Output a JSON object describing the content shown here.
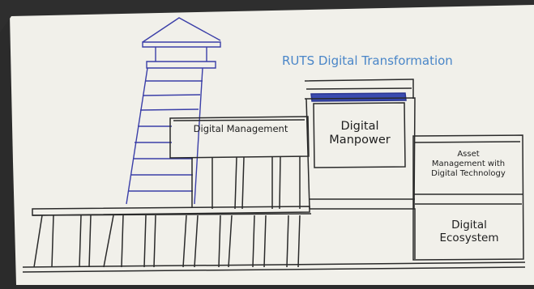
{
  "title": "RUTS Digital Transformation",
  "labels": {
    "management": "Digital Management",
    "manpower_line1": "Digital",
    "manpower_line2": "Manpower",
    "asset_line1": "Asset",
    "asset_line2": "Management with",
    "asset_line3": "Digital Technology",
    "ecosystem_line1": "Digital",
    "ecosystem_line2": "Ecosystem"
  },
  "colors": {
    "title": "#4a86c8",
    "tower_ink": "#3b3fa8",
    "ink": "#2a2a2a",
    "paper": "#f1f0ea",
    "blue_fill": "#3a4bb0"
  }
}
